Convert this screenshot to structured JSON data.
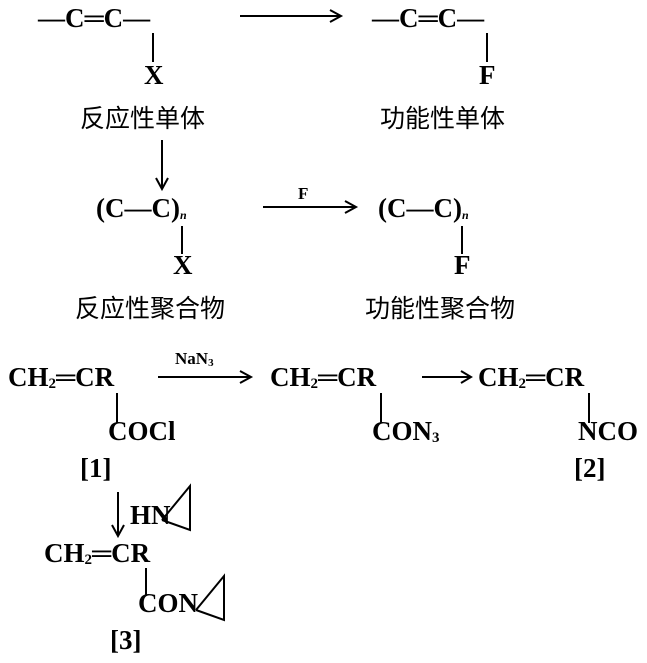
{
  "scheme": {
    "row1": {
      "left_monomer": "—C═C—",
      "right_monomer": "—C═C—",
      "left_substituent": "X",
      "right_substituent": "F",
      "left_label": "反应性单体",
      "right_label": "功能性单体"
    },
    "row2": {
      "left_polymer": "(C—C)",
      "right_polymer": "(C—C)",
      "subscript_n": "n",
      "reagent": "F",
      "left_substituent": "X",
      "right_substituent": "F",
      "left_label": "反应性聚合物",
      "right_label": "功能性聚合物"
    },
    "reaction": {
      "compound1": {
        "main": "CH",
        "sub2": "2",
        "rest": "═CR",
        "side": "COCl",
        "number": "[1]"
      },
      "reagent1": {
        "main": "NaN",
        "sub": "3"
      },
      "intermediate": {
        "main": "CH",
        "sub2": "2",
        "rest": "═CR",
        "side": "CON",
        "side_sub": "3"
      },
      "compound2": {
        "main": "CH",
        "sub2": "2",
        "rest": "═CR",
        "side": "NCO",
        "number": "[2]"
      },
      "reagent2": "HN",
      "compound3": {
        "main": "CH",
        "sub2": "2",
        "rest": "═CR",
        "side": "CON",
        "number": "[3]"
      }
    }
  }
}
